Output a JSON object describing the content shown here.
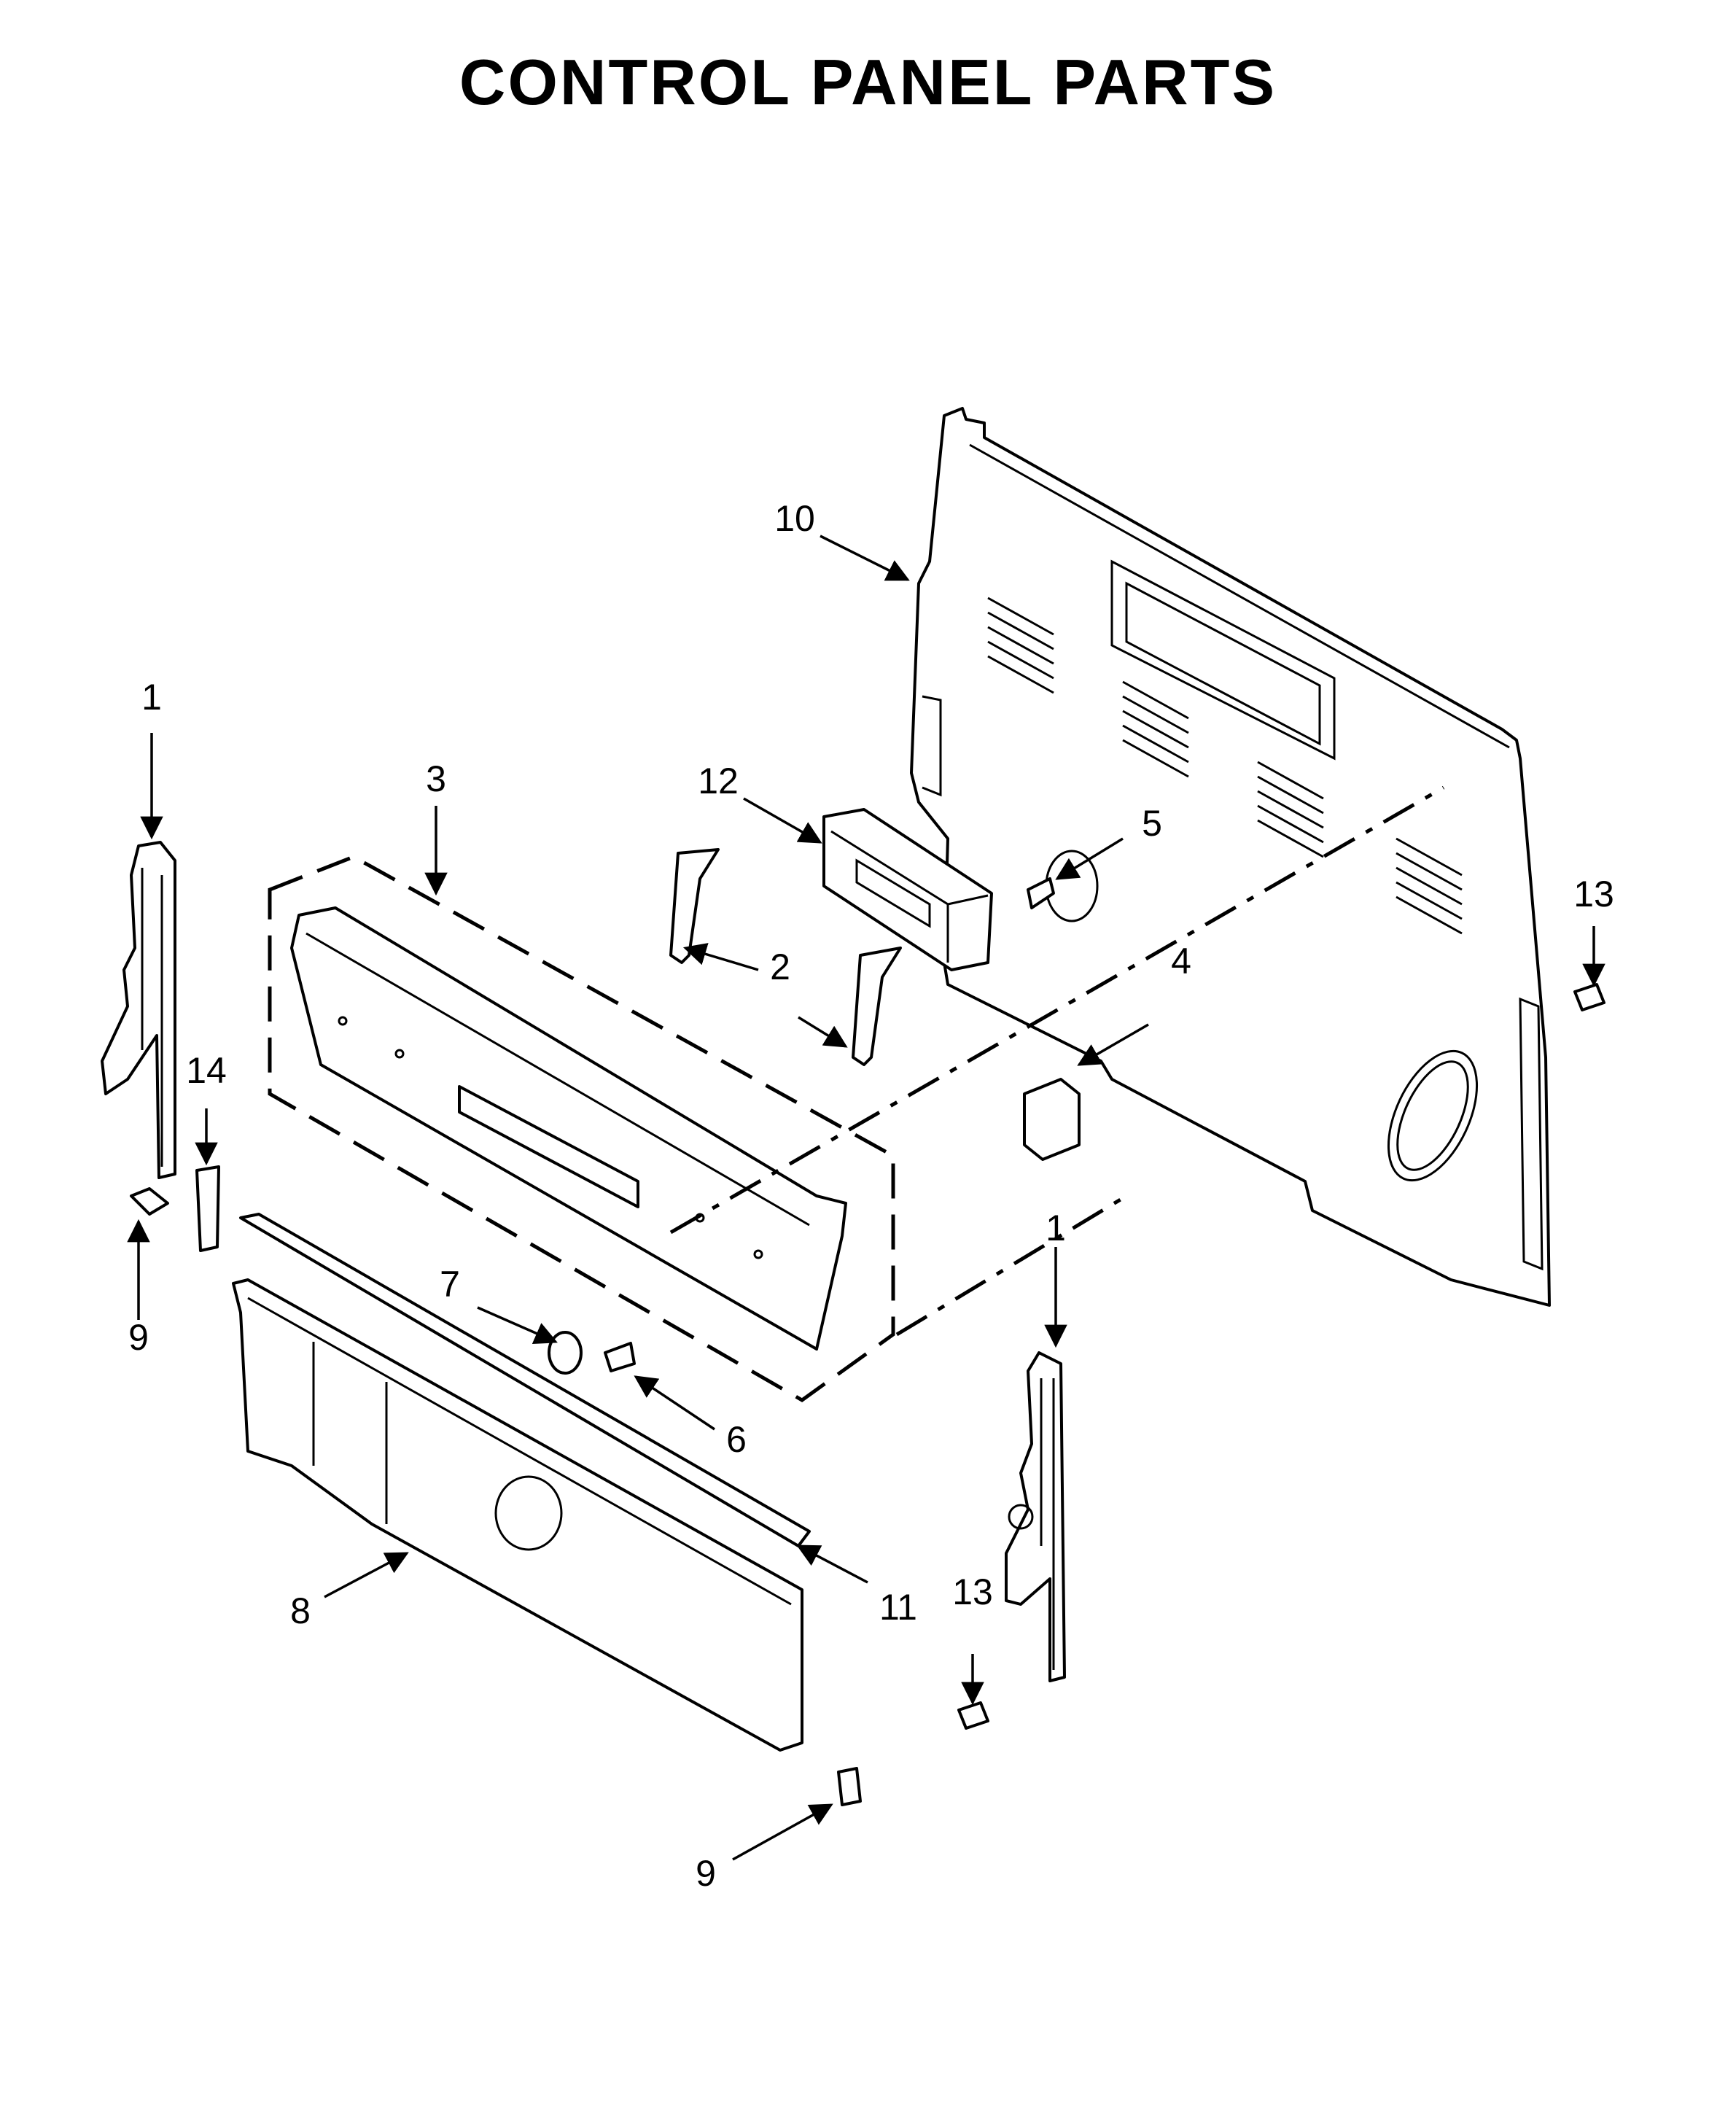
{
  "title": "CONTROL PANEL PARTS",
  "callouts": [
    {
      "id": "c10",
      "label": "10"
    },
    {
      "id": "c1a",
      "label": "1"
    },
    {
      "id": "c3",
      "label": "3"
    },
    {
      "id": "c12",
      "label": "12"
    },
    {
      "id": "c5",
      "label": "5"
    },
    {
      "id": "c13a",
      "label": "13"
    },
    {
      "id": "c2",
      "label": "2"
    },
    {
      "id": "c4",
      "label": "4"
    },
    {
      "id": "c14",
      "label": "14"
    },
    {
      "id": "c9a",
      "label": "9"
    },
    {
      "id": "c1b",
      "label": "1"
    },
    {
      "id": "c7",
      "label": "7"
    },
    {
      "id": "c6",
      "label": "6"
    },
    {
      "id": "c8",
      "label": "8"
    },
    {
      "id": "c11",
      "label": "11"
    },
    {
      "id": "c13b",
      "label": "13"
    },
    {
      "id": "c9b",
      "label": "9"
    }
  ]
}
